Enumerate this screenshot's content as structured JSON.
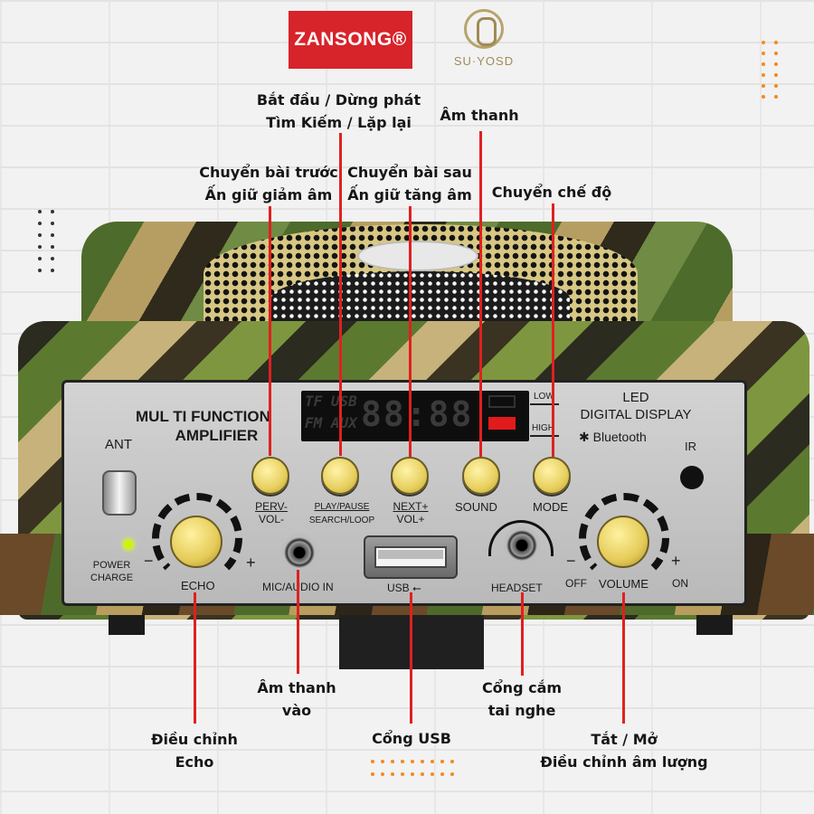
{
  "logos": {
    "brand_left": "ZANSONG®",
    "brand_right": "SU·YOSD"
  },
  "panel": {
    "title_line1": "MUL TI FUNCTION",
    "title_line2": "AMPLIFIER",
    "display_line1": "LED",
    "display_line2": "DIGITAL DISPLAY",
    "bluetooth": "Bluetooth",
    "ir": "IR",
    "ant": "ANT",
    "power_charge_1": "POWER",
    "power_charge_2": "CHARGE",
    "echo": "ECHO",
    "echo_minus": "−",
    "echo_plus": "+",
    "mic_in": "MIC/AUDIO IN",
    "usb": "USB",
    "headset": "HEADSET",
    "volume": "VOLUME",
    "vol_off": "OFF",
    "vol_on": "ON",
    "vol_minus": "−",
    "vol_plus": "+",
    "low": "LOW",
    "high": "HIGH",
    "lcd_tf_usb": "TF USB",
    "lcd_fm_aux": "FM AUX",
    "lcd_digits": "88:88",
    "buttons": [
      {
        "l1": "PERV-",
        "l2": "VOL-"
      },
      {
        "l1": "PLAY/PAUSE",
        "l2": "SEARCH/LOOP"
      },
      {
        "l1": "NEXT+",
        "l2": "VOL+"
      },
      {
        "l1": "SOUND",
        "l2": ""
      },
      {
        "l1": "MODE",
        "l2": ""
      }
    ]
  },
  "callouts": {
    "play": {
      "l1": "Bắt đầu / Dừng phát",
      "l2": "Tìm Kiếm / Lặp lại"
    },
    "sound": {
      "l1": "Âm thanh"
    },
    "prev": {
      "l1": "Chuyển bài trước",
      "l2": "Ấn giữ giảm âm"
    },
    "next": {
      "l1": "Chuyển bài sau",
      "l2": "Ấn giữ tăng âm"
    },
    "mode": {
      "l1": "Chuyển chế độ"
    },
    "audio_in": {
      "l1": "Âm thanh",
      "l2": "vào"
    },
    "headset": {
      "l1": "Cổng cắm",
      "l2": "tai nghe"
    },
    "echo": {
      "l1": "Điều chỉnh",
      "l2": "Echo"
    },
    "usb": {
      "l1": "Cổng USB"
    },
    "volume": {
      "l1": "Tắt / Mở",
      "l2": "Điều chỉnh âm lượng"
    }
  },
  "colors": {
    "callout_line": "#e02020",
    "brand_red": "#d7232a",
    "dots_dark": "#333333",
    "dots_orange": "#f28a1e",
    "knob_yellow": "#e7cf5e"
  }
}
